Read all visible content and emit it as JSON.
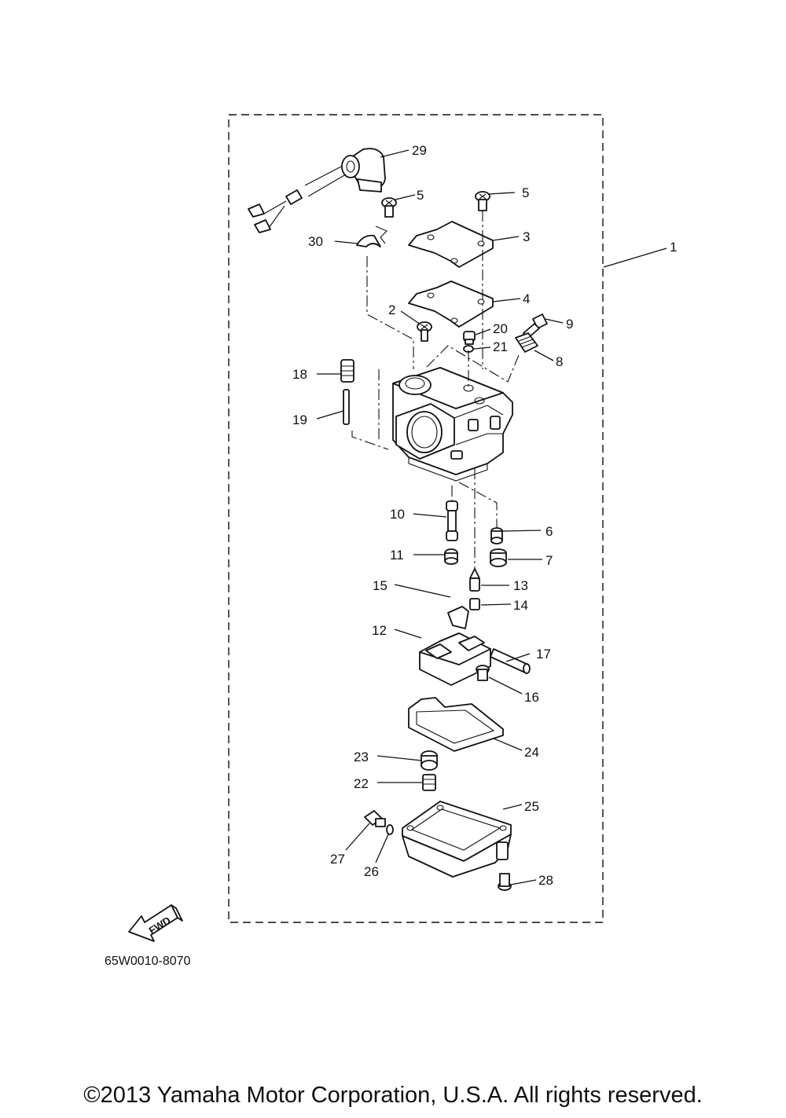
{
  "diagram": {
    "code": "65W0010-8070",
    "fwd_label": "FWD",
    "copyright": "©2013 Yamaha Motor Corporation, U.S.A. All rights reserved.",
    "callouts": [
      "1",
      "2",
      "3",
      "4",
      "5",
      "5",
      "6",
      "7",
      "8",
      "9",
      "10",
      "11",
      "12",
      "13",
      "14",
      "15",
      "16",
      "17",
      "18",
      "19",
      "20",
      "21",
      "22",
      "23",
      "24",
      "25",
      "26",
      "27",
      "28",
      "29",
      "30"
    ]
  }
}
